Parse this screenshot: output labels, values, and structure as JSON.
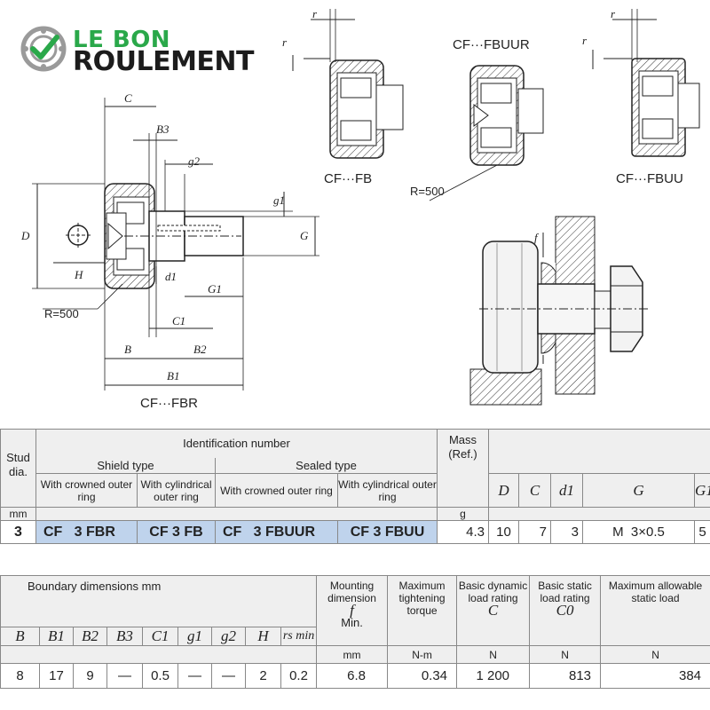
{
  "logo": {
    "line1": "LE BON",
    "line2": "ROULEMENT"
  },
  "drawing": {
    "labels": {
      "fbr": "CF···FBR",
      "fb": "CF···FB",
      "fbuur": "CF···FBUUR",
      "fbuu": "CF···FBUU",
      "r500_a": "R=500",
      "r500_b": "R=500",
      "r_sym": "r",
      "C": "C",
      "B3": "B3",
      "g2": "g2",
      "g1": "g1",
      "G": "G",
      "D": "D",
      "H": "H",
      "d1": "d1",
      "G1": "G1",
      "C1": "C1",
      "B": "B",
      "B2": "B2",
      "B1": "B1",
      "f": "f"
    }
  },
  "table1": {
    "stud_label": "Stud dia.",
    "stud_unit": "mm",
    "id_title": "Identification number",
    "shield_type": "Shield type",
    "sealed_type": "Sealed type",
    "crowned": "With crowned outer ring",
    "cylindrical": "With cylindrical outer ring",
    "mass_label": "Mass (Ref.)",
    "mass_unit": "g",
    "col_D": "D",
    "col_C": "C",
    "col_d1": "d1",
    "col_G": "G",
    "col_G1": "G1",
    "row": {
      "stud": "3",
      "fbr": "CF   3 FBR",
      "fb": "CF 3 FB",
      "fbuur": "CF   3 FBUUR",
      "fbuu": "CF 3 FBUU",
      "mass": "4.3",
      "D": "10",
      "C": "7",
      "d1": "3",
      "G": "M  3×0.5",
      "G1": "5"
    }
  },
  "table2": {
    "boundary_title": "Boundary dimensions   mm",
    "cols": [
      "B",
      "B1",
      "B2",
      "B3",
      "C1",
      "g1",
      "g2",
      "H",
      "rs min"
    ],
    "mount_label": "Mounting dimension",
    "mount_sym": "f",
    "mount_min": "Min.",
    "mount_unit": "mm",
    "torque_label": "Maximum tightening torque",
    "torque_unit": "N-m",
    "dyn_label": "Basic dynamic load rating",
    "dyn_sym": "C",
    "dyn_unit": "N",
    "stat_label": "Basic static load rating",
    "stat_sym": "C0",
    "stat_unit": "N",
    "max_label": "Maximum allowable static load",
    "max_unit": "N",
    "row": [
      "8",
      "17",
      "9",
      "—",
      "0.5",
      "—",
      "—",
      "2",
      "0.2",
      "6.8",
      "0.34",
      "1 200",
      "813",
      "384"
    ]
  }
}
